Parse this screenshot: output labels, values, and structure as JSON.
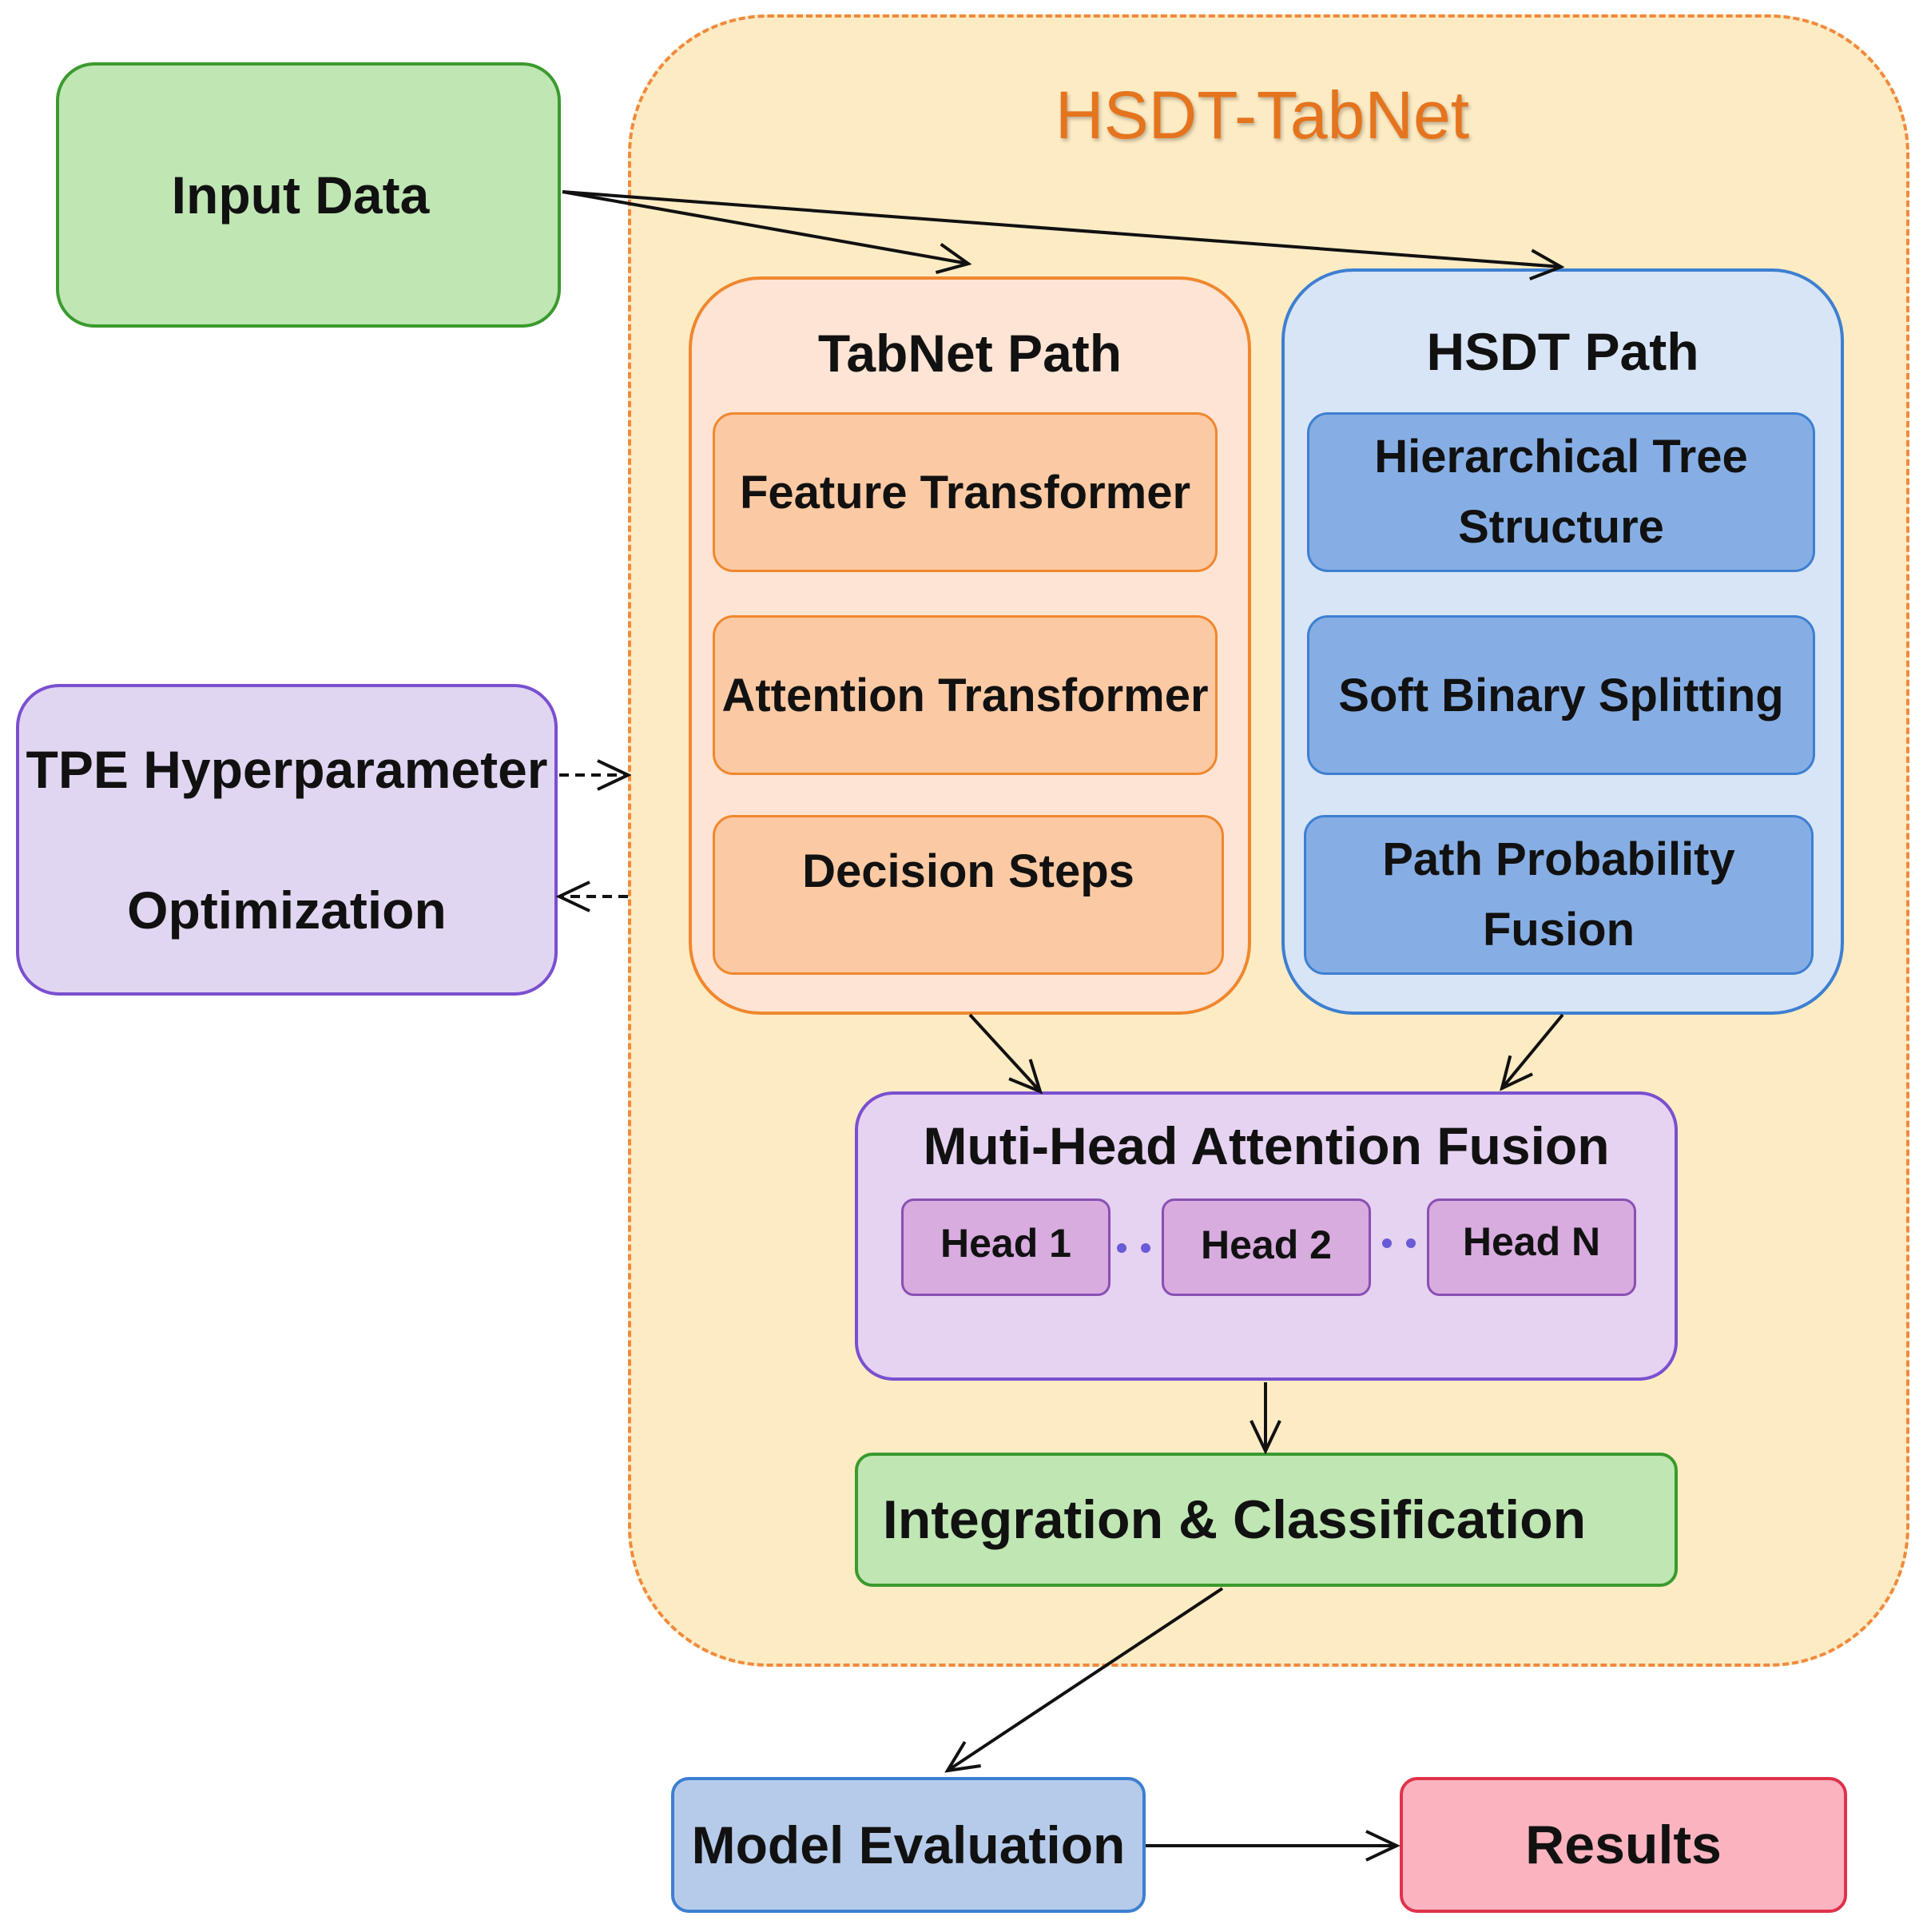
{
  "container": {
    "title": "HSDT-TabNet"
  },
  "input": {
    "label": "Input Data"
  },
  "tpe": {
    "line1": "TPE Hyperparameter",
    "line2": "Optimization"
  },
  "tabnet_path": {
    "title": "TabNet Path",
    "items": [
      "Feature Transformer",
      "Attention Transformer",
      "Decision Steps"
    ]
  },
  "hsdt_path": {
    "title": "HSDT Path",
    "items": [
      {
        "line1": "Hierarchical Tree",
        "line2": "Structure"
      },
      {
        "line1": "Soft Binary Splitting",
        "line2": ""
      },
      {
        "line1": "Path Probability",
        "line2": "Fusion"
      }
    ]
  },
  "fusion": {
    "title": "Muti-Head Attention Fusion",
    "heads": [
      "Head 1",
      "Head 2",
      "Head N"
    ]
  },
  "integration": {
    "label": "Integration & Classification"
  },
  "evaluation": {
    "label": "Model Evaluation"
  },
  "results": {
    "label": "Results"
  },
  "colors": {
    "container_fill": "#fdebc4",
    "container_border": "#f08a3c",
    "container_title": "#e5741e",
    "green_fill": "#bfe6b3",
    "green_border": "#3a9a2e",
    "purple_fill": "#e1d6f1",
    "purple_border": "#7a4fd0",
    "tab_fill": "#fde4d4",
    "tab_border": "#f0872e",
    "tab_item": "#fbc9a3",
    "hsdt_fill": "#d8e5f6",
    "hsdt_border": "#3d7fd1",
    "hsdt_item": "#86aee4",
    "head_fill": "#d8acdf",
    "head_border": "#8a4fb3",
    "eval_fill": "#b6cbea",
    "eval_border": "#3d7fd1",
    "results_fill": "#fab3bf",
    "results_border": "#e0324a"
  }
}
